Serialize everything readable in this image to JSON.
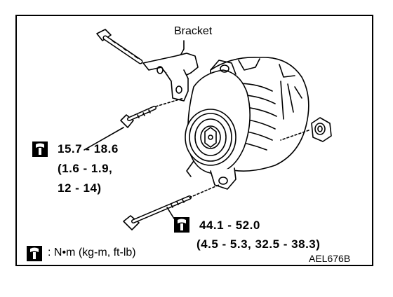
{
  "labels": {
    "bracket": "Bracket",
    "upper_torque_nm": "15.7 - 18.6",
    "upper_torque_kgm": "(1.6 - 1.9,",
    "upper_torque_ftlb": "12 - 14)",
    "lower_torque_nm": "44.1 - 52.0",
    "lower_torque_alt": "(4.5 - 5.3, 32.5 - 38.3)",
    "legend_units": ": N•m (kg-m, ft-lb)",
    "figure_code": "AEL676B"
  },
  "icons": {
    "torque_wrench": "torque-wrench-icon"
  },
  "colors": {
    "line": "#000000",
    "background": "#ffffff"
  }
}
